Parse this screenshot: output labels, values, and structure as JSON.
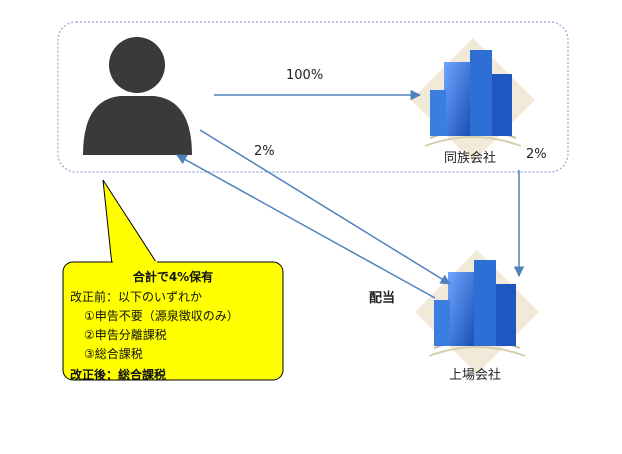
{
  "edges": {
    "person_to_family": "100%",
    "person_to_listed": "2%",
    "family_to_listed": "2%",
    "dividend": "配当"
  },
  "nodes": {
    "family_company": "同族会社",
    "listed_company": "上場会社"
  },
  "note": {
    "title": "合計で4%保有",
    "before_heading": "改正前：以下のいずれか",
    "before_items": [
      "①申告不要（源泉徴収のみ）",
      "②申告分離課税",
      "③総合課税"
    ],
    "after": "改正後：総合課税"
  },
  "colors": {
    "arrow": "#4f81bd",
    "group_border": "#8fa8d4",
    "callout_fill": "#ffff00",
    "callout_border": "#000000",
    "person": "#3a3a3a",
    "building_blue": "#2e6fd6"
  }
}
